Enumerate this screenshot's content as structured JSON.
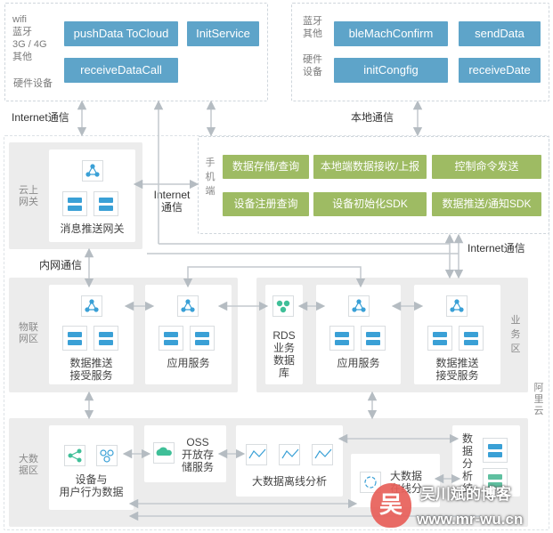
{
  "top_left": {
    "labels": [
      "wifi",
      "蓝牙",
      "3G / 4G",
      "其他"
    ],
    "footer": "硬件设备",
    "buttons": [
      "pushData ToCloud",
      "InitService",
      "receiveDataCall"
    ]
  },
  "top_right": {
    "label_top": [
      "蓝牙",
      "其他"
    ],
    "label_bottom": [
      "硬件",
      "设备"
    ],
    "buttons": [
      "bleMachConfirm",
      "sendData",
      "initCongfig",
      "receiveDate"
    ]
  },
  "comm": {
    "internet_left": "Internet通信",
    "local": "本地通信",
    "internet_mid": [
      "Internet",
      "通信"
    ],
    "intranet": "内网通信",
    "internet_right": "Internet通信"
  },
  "cloud_gateway": {
    "title": [
      "云上",
      "网关"
    ],
    "node": "消息推送网关"
  },
  "phone": {
    "title": "手机端",
    "buttons": [
      "数据存储/查询",
      "本地端数据接收/上报",
      "控制命令发送",
      "设备注册查询",
      "设备初始化SDK",
      "数据推送/通知SDK"
    ]
  },
  "iot": {
    "title": [
      "物联",
      "网区"
    ],
    "node1": [
      "数据推送",
      "接受服务"
    ],
    "node2": "应用服务"
  },
  "business": {
    "title": "业务区",
    "rds": [
      "RDS",
      "业务",
      "数据",
      "库"
    ],
    "node1": "应用服务",
    "node2": [
      "数据推送",
      "接受服务"
    ]
  },
  "aliyun": "阿里云",
  "bigdata": {
    "title": [
      "大数",
      "据区"
    ],
    "node1": [
      "设备与",
      "用户行为数据"
    ],
    "oss": [
      "OSS",
      "开放存",
      "储服务"
    ],
    "offline": "大数据离线分析",
    "realtime": [
      "大数据",
      "在线分"
    ],
    "analysis": [
      "数据",
      "分析",
      "结"
    ]
  },
  "watermark": {
    "name": "吴川斌的博客",
    "url": "www.mr-wu.cn",
    "badge": "吴"
  }
}
